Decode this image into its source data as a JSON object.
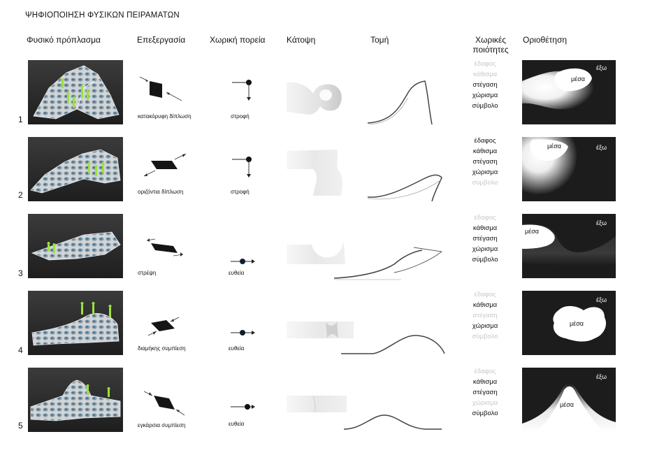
{
  "title": "ΨΗΦΙΟΠΟΙΗΣΗ ΦΥΣΙΚΩΝ ΠΕΙΡΑΜΑΤΩΝ",
  "headers": {
    "model": "Φυσικό πρόπλασμα",
    "process": "Επεξεργασία",
    "path": "Χωρική πορεία",
    "plan": "Κάτοψη",
    "section": "Τομή",
    "qualities_l1": "Χωρικές",
    "qualities_l2": "ποιότητες",
    "boundary": "Οριοθέτηση"
  },
  "colors": {
    "figure": "#9be33a",
    "dark": "#1c1c1c",
    "path_dot_dark": "#0d1f2e",
    "quality_inactive": "#c8c8c8"
  },
  "rows": [
    {
      "num": "1",
      "operation": "κατακόρυφη δίπλωση",
      "path": "στροφή",
      "path_type": "turn",
      "qualities": [
        {
          "label": "έδαφος",
          "active": false
        },
        {
          "label": "κάθισμα",
          "active": false
        },
        {
          "label": "στέγαση",
          "active": true
        },
        {
          "label": "χώρισμα",
          "active": true
        },
        {
          "label": "σύμβολο",
          "active": true
        }
      ],
      "inside": "μέσα",
      "outside": "έξω"
    },
    {
      "num": "2",
      "operation": "οριζόντια δίπλωση",
      "path": "στροφή",
      "path_type": "turn",
      "qualities": [
        {
          "label": "έδαφος",
          "active": true
        },
        {
          "label": "κάθισμα",
          "active": true
        },
        {
          "label": "στέγαση",
          "active": true
        },
        {
          "label": "χώρισμα",
          "active": true
        },
        {
          "label": "σύμβολο",
          "active": false
        }
      ],
      "inside": "μέσα",
      "outside": "έξω"
    },
    {
      "num": "3",
      "operation": "στρέψη",
      "path": "ευθεία",
      "path_type": "straight",
      "qualities": [
        {
          "label": "έδαφος",
          "active": false
        },
        {
          "label": "κάθισμα",
          "active": true
        },
        {
          "label": "στέγαση",
          "active": true
        },
        {
          "label": "χώρισμα",
          "active": true
        },
        {
          "label": "σύμβολο",
          "active": true
        }
      ],
      "inside": "μέσα",
      "outside": "έξω"
    },
    {
      "num": "4",
      "operation": "διαμήκης συμπίεση",
      "path": "ευθεία",
      "path_type": "straight",
      "qualities": [
        {
          "label": "έδαφος",
          "active": false
        },
        {
          "label": "κάθισμα",
          "active": true
        },
        {
          "label": "στέγαση",
          "active": false
        },
        {
          "label": "χώρισμα",
          "active": true
        },
        {
          "label": "σύμβολο",
          "active": false
        }
      ],
      "inside": "μέσα",
      "outside": "έξω"
    },
    {
      "num": "5",
      "operation": "εγκάρσια συμπίεση",
      "path": "ευθεία",
      "path_type": "straight",
      "qualities": [
        {
          "label": "έδαφος",
          "active": false
        },
        {
          "label": "κάθισμα",
          "active": true
        },
        {
          "label": "στέγαση",
          "active": true
        },
        {
          "label": "χώρισμα",
          "active": false
        },
        {
          "label": "σύμβολο",
          "active": true
        }
      ],
      "inside": "μέσα",
      "outside": "έξω"
    }
  ]
}
